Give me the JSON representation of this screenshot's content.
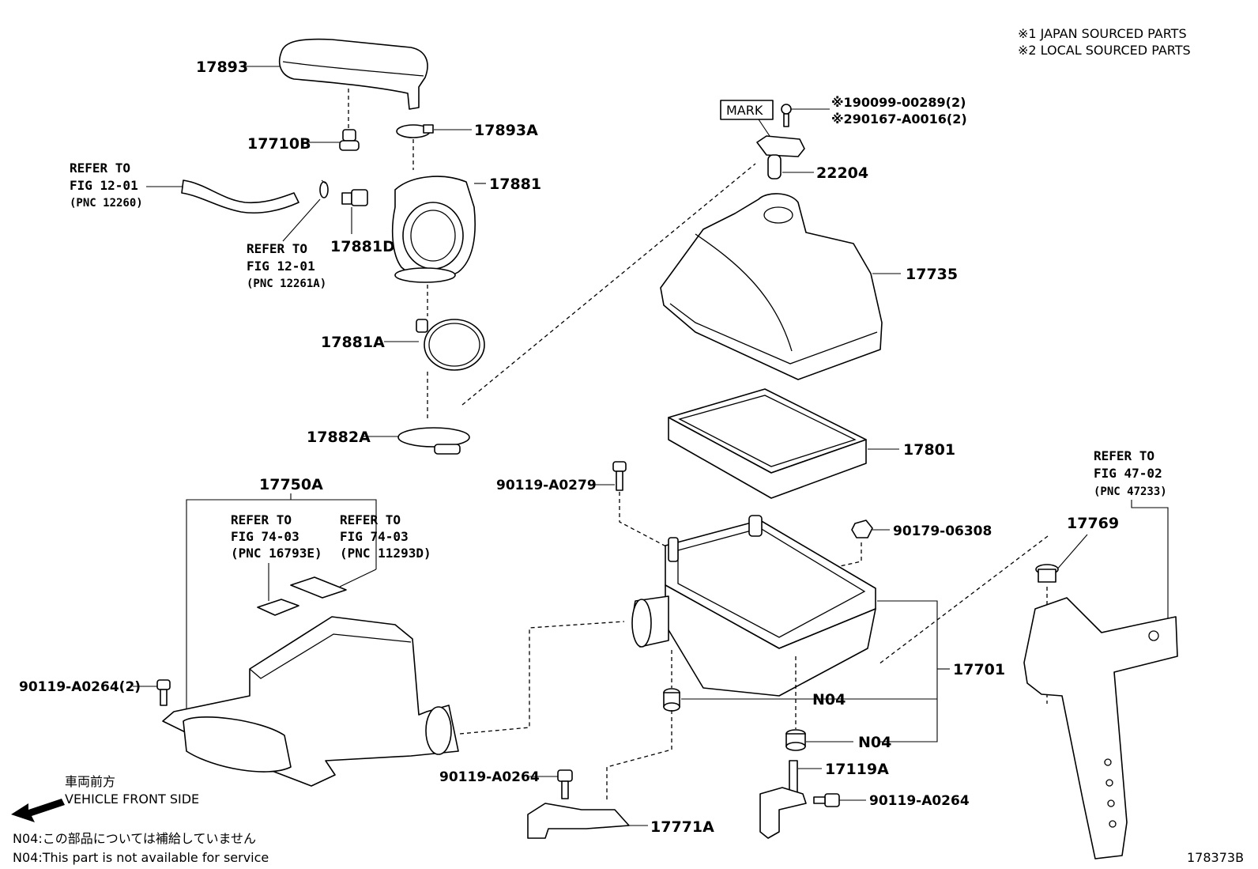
{
  "notes": {
    "sourced_1": "※1 JAPAN SOURCED PARTS",
    "sourced_2": "※2 LOCAL SOURCED PARTS",
    "front_jp": "車両前方",
    "front_en": "VEHICLE FRONT SIDE",
    "n04_jp": "N04:この部品については補給していません",
    "n04_en": "N04:This part is not available for service",
    "figure_id": "178373B"
  },
  "parts": {
    "p17893": "17893",
    "p17710B": "17710B",
    "p17893A": "17893A",
    "p17881": "17881",
    "p17881D": "17881D",
    "p17881A": "17881A",
    "p17882A": "17882A",
    "p17750A": "17750A",
    "p90119_A0264_2": "90119-A0264(2)",
    "p90119_A0279": "90119-A0279",
    "p90119_A0264_a": "90119-A0264",
    "p90119_A0264_b": "90119-A0264",
    "p17771A": "17771A",
    "p17119A": "17119A",
    "p90179_06308": "90179-06308",
    "p17701": "17701",
    "n04_a": "N04",
    "n04_b": "N04",
    "p17735": "17735",
    "p17801": "17801",
    "p22204": "22204",
    "mark": "MARK",
    "p190099": "※190099-00289(2)",
    "p290167": "※290167-A0016(2)",
    "p17769": "17769"
  },
  "refs": {
    "hose": {
      "l1": "REFER TO",
      "l2": "FIG 12-01",
      "l3": "(PNC 12260)"
    },
    "clip": {
      "l1": "REFER TO",
      "l2": "FIG 12-01",
      "l3": "(PNC 12261A)"
    },
    "label_a": {
      "l1": "REFER TO",
      "l2": "FIG 74-03",
      "l3": "(PNC 16793E)"
    },
    "label_b": {
      "l1": "REFER TO",
      "l2": "FIG 74-03",
      "l3": "(PNC 11293D)"
    },
    "bracket": {
      "l1": "REFER TO",
      "l2": "FIG 47-02",
      "l3": "(PNC 47233)"
    }
  }
}
